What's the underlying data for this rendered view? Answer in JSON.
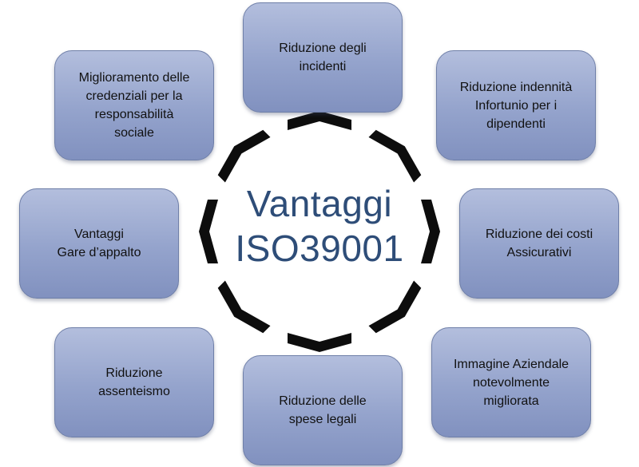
{
  "center": {
    "line1": "Vantaggi",
    "line2": "ISO39001"
  },
  "benefits": {
    "top": "Riduzione degli\nincidenti",
    "top_right": "Riduzione indennità\nInfortunio per i\ndipendenti",
    "right": "Riduzione dei costi\nAssicurativi",
    "bottom_right": "Immagine Aziendale\nnotevolmente\nmigliorata",
    "bottom": "Riduzione delle\nspese legali",
    "bottom_left": "Riduzione\nassenteismo",
    "left": "Vantaggi\nGare d’appalto",
    "top_left": "Miglioramento delle\ncredenziali per la\nresponsabilità\nsociale"
  },
  "colors": {
    "box_fill": "#94a3cc",
    "box_border": "#6f7fa8",
    "center_text": "#2e4d78",
    "chevron": "#0d0d0d"
  }
}
